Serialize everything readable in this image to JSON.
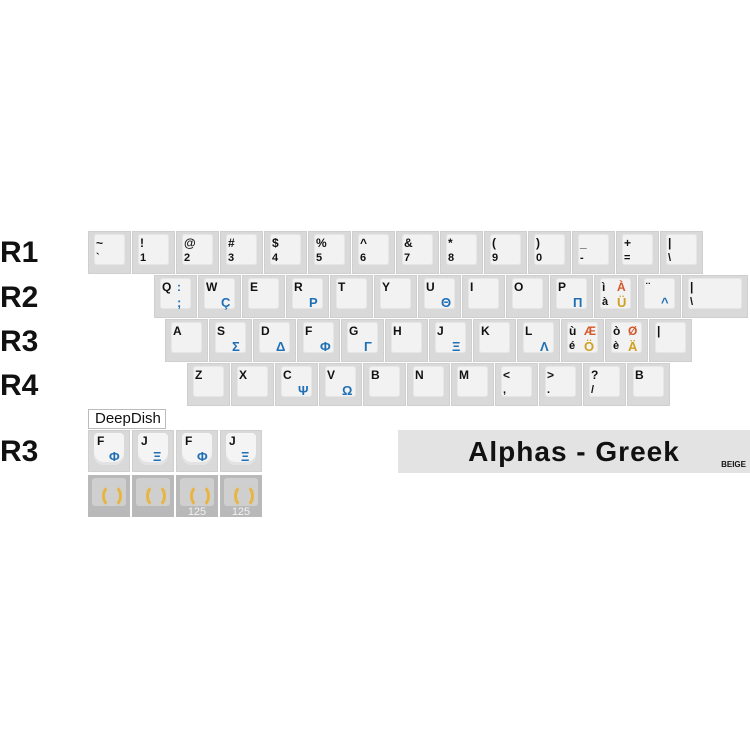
{
  "row_labels": [
    "R1",
    "R2",
    "R3",
    "R4",
    "R3"
  ],
  "rows": {
    "r1": [
      {
        "tl": "~",
        "bl": "`"
      },
      {
        "tl": "!",
        "bl": "1"
      },
      {
        "tl": "@",
        "bl": "2"
      },
      {
        "tl": "#",
        "bl": "3"
      },
      {
        "tl": "$",
        "bl": "4"
      },
      {
        "tl": "%",
        "bl": "5"
      },
      {
        "tl": "^",
        "bl": "6"
      },
      {
        "tl": "&",
        "bl": "7"
      },
      {
        "tl": "*",
        "bl": "8"
      },
      {
        "tl": "(",
        "bl": "9"
      },
      {
        "tl": ")",
        "bl": "0"
      },
      {
        "tl": "_",
        "bl": "-"
      },
      {
        "tl": "+",
        "bl": "="
      },
      {
        "tl": "|",
        "bl": "\\"
      }
    ],
    "r2": [
      {
        "tl": "Q",
        "tr": ":",
        "br": ";"
      },
      {
        "tl": "W",
        "br": "Ç"
      },
      {
        "tl": "E",
        "br": ""
      },
      {
        "tl": "R",
        "br": "Ρ"
      },
      {
        "tl": "T",
        "br": ""
      },
      {
        "tl": "Y",
        "br": ""
      },
      {
        "tl": "U",
        "br": "Θ"
      },
      {
        "tl": "I",
        "br": ""
      },
      {
        "tl": "O",
        "br": ""
      },
      {
        "tl": "P",
        "br": "Π"
      },
      {
        "tl": "ì",
        "bl": "à",
        "tr": "À",
        "br": "Ü"
      },
      {
        "tl": "¨",
        "br": "^"
      },
      {
        "tl": "|",
        "bl": "\\"
      }
    ],
    "r3": [
      {
        "tl": "A",
        "br": ""
      },
      {
        "tl": "S",
        "br": "Σ"
      },
      {
        "tl": "D",
        "br": "Δ"
      },
      {
        "tl": "F",
        "br": "Φ"
      },
      {
        "tl": "G",
        "br": "Γ"
      },
      {
        "tl": "H",
        "br": ""
      },
      {
        "tl": "J",
        "br": "Ξ"
      },
      {
        "tl": "K",
        "br": ""
      },
      {
        "tl": "L",
        "br": "Λ"
      },
      {
        "tl": "ù",
        "bl": "é",
        "tr": "Æ",
        "br": "Ö"
      },
      {
        "tl": "ò",
        "bl": "è",
        "tr": "Ø",
        "br": "Ä"
      },
      {
        "tl": "|",
        "bl": ""
      }
    ],
    "r4": [
      {
        "tl": "Z",
        "br": ""
      },
      {
        "tl": "X",
        "br": ""
      },
      {
        "tl": "C",
        "br": "Ψ"
      },
      {
        "tl": "V",
        "br": "Ω"
      },
      {
        "tl": "B",
        "br": ""
      },
      {
        "tl": "N",
        "br": ""
      },
      {
        "tl": "M",
        "br": ""
      },
      {
        "tl": "<",
        "bl": ","
      },
      {
        "tl": ">",
        "bl": "."
      },
      {
        "tl": "?",
        "bl": "/"
      },
      {
        "tl": "B",
        "br": ""
      }
    ]
  },
  "deepdish": {
    "label": "DeepDish",
    "keys": [
      {
        "tl": "F",
        "br": "Φ"
      },
      {
        "tl": "J",
        "br": "Ξ"
      },
      {
        "tl": "F",
        "br": "Φ"
      },
      {
        "tl": "J",
        "br": "Ξ"
      }
    ]
  },
  "mods": [
    "",
    "",
    "125",
    "125"
  ],
  "banner": {
    "title": "Alphas - Greek",
    "sub": "BEIGE"
  },
  "colors": {
    "legend_blue": "#1f6fb5",
    "accent_orange": "#d4572a",
    "accent_yellow": "#e8b542"
  }
}
